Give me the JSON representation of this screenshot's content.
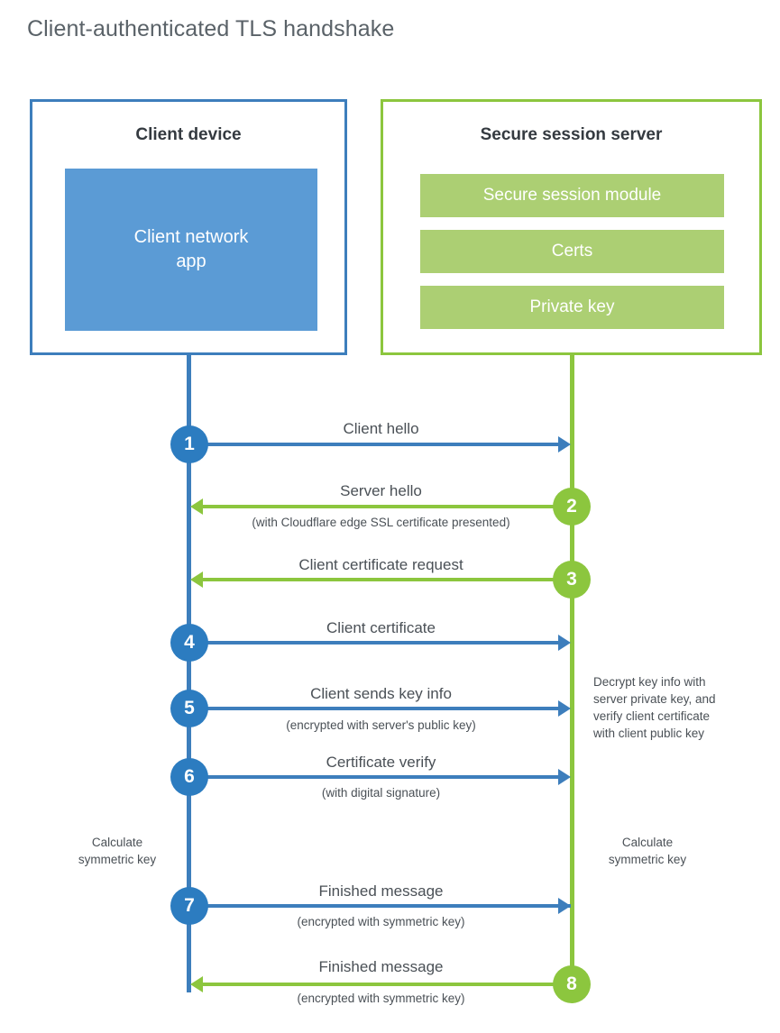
{
  "title": "Client-authenticated TLS handshake",
  "colors": {
    "client_blue": "#3d7ebc",
    "client_app_fill": "#5b9bd5",
    "server_green": "#8cc63e",
    "server_block_fill": "#accf73",
    "step_blue": "#2c7cc0",
    "text": "#4a5056",
    "title_text": "#5a6268"
  },
  "client": {
    "title": "Client device",
    "app_label": "Client network\napp",
    "app_label_line1": "Client network",
    "app_label_line2": "app"
  },
  "server": {
    "title": "Secure session server",
    "blocks": [
      {
        "label": "Secure session module"
      },
      {
        "label": "Certs"
      },
      {
        "label": "Private key"
      }
    ]
  },
  "steps": [
    {
      "number": "1",
      "label": "Client hello",
      "sublabel": "",
      "direction": "client-to-server",
      "color": "blue"
    },
    {
      "number": "2",
      "label": "Server hello",
      "sublabel": "(with Cloudflare edge SSL certificate presented)",
      "direction": "server-to-client",
      "color": "green"
    },
    {
      "number": "3",
      "label": "Client certificate request",
      "sublabel": "",
      "direction": "server-to-client",
      "color": "green"
    },
    {
      "number": "4",
      "label": "Client certificate",
      "sublabel": "",
      "direction": "client-to-server",
      "color": "blue"
    },
    {
      "number": "5",
      "label": "Client sends key info",
      "sublabel": "(encrypted with server's public key)",
      "direction": "client-to-server",
      "color": "blue"
    },
    {
      "number": "6",
      "label": "Certificate verify",
      "sublabel": "(with digital signature)",
      "direction": "client-to-server",
      "color": "blue"
    },
    {
      "number": "7",
      "label": "Finished message",
      "sublabel": "(encrypted with symmetric key)",
      "direction": "client-to-server",
      "color": "blue"
    },
    {
      "number": "8",
      "label": "Finished message",
      "sublabel": "(encrypted with symmetric key)",
      "direction": "server-to-client",
      "color": "green"
    }
  ],
  "notes": {
    "server_decrypt": "Decrypt key info with server private key, and verify client certificate with client public key",
    "server_decrypt_lines": [
      "Decrypt key info with",
      "server private key, and",
      "verify client certificate",
      "with client public key"
    ],
    "client_calculate_line1": "Calculate",
    "client_calculate_line2": "symmetric key",
    "server_calculate_line1": "Calculate",
    "server_calculate_line2": "symmetric key"
  }
}
